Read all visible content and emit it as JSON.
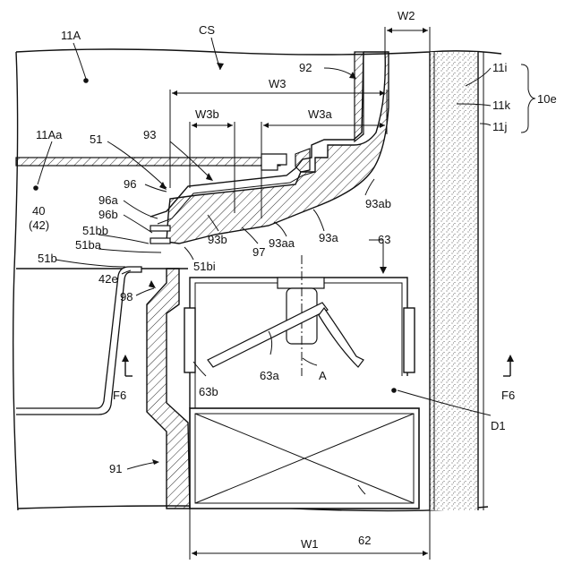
{
  "labels": {
    "l11A": "11A",
    "lCS": "CS",
    "lW2": "W2",
    "l92": "92",
    "lW3": "W3",
    "l11i": "11i",
    "l11k": "11k",
    "l10e": "10e",
    "l11j": "11j",
    "l11Aa": "11Aa",
    "l51": "51",
    "l93": "93",
    "lW3b": "W3b",
    "lW3a": "W3a",
    "l96": "96",
    "l96a": "96a",
    "l96b": "96b",
    "l40": "40",
    "l42p": "(42)",
    "l51bb": "51bb",
    "l51ba": "51ba",
    "l51b": "51b",
    "l51bi": "51bi",
    "l93b": "93b",
    "l97": "97",
    "l93aa": "93aa",
    "l93a": "93a",
    "l93ab": "93ab",
    "l63": "63",
    "l42e": "42e",
    "l98": "98",
    "l63a": "63a",
    "lA": "A",
    "l63b": "63b",
    "lF6L": "F6",
    "lF6R": "F6",
    "lD1": "D1",
    "l91": "91",
    "l62": "62",
    "lW1": "W1"
  },
  "colors": {
    "line": "#111111",
    "insulation": "#f4f4f4",
    "background": "#ffffff"
  }
}
